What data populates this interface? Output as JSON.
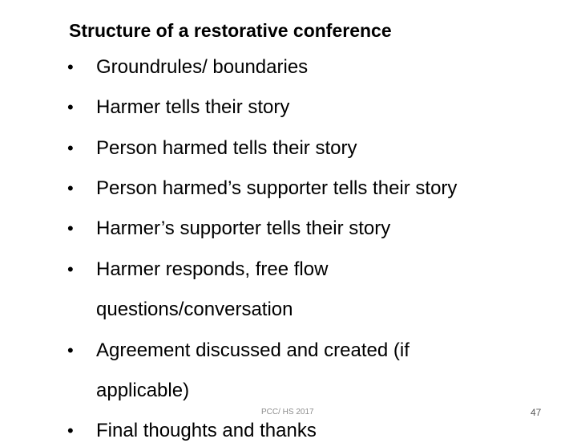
{
  "slide": {
    "title": "Structure of a restorative conference",
    "bullet_glyph": "•",
    "bullets": [
      {
        "line1": "Groundrules/ boundaries"
      },
      {
        "line1": "Harmer tells their story"
      },
      {
        "line1": "Person harmed tells their story"
      },
      {
        "line1": "Person harmed’s supporter tells their story"
      },
      {
        "line1": "Harmer’s supporter tells their story"
      },
      {
        "line1": "Harmer responds, free flow",
        "line2": "questions/conversation"
      },
      {
        "line1": "Agreement discussed and created (if",
        "line2": "applicable)"
      },
      {
        "line1": "Final thoughts and thanks"
      }
    ],
    "footer": "PCC/ HS 2017",
    "page_number": "47"
  }
}
